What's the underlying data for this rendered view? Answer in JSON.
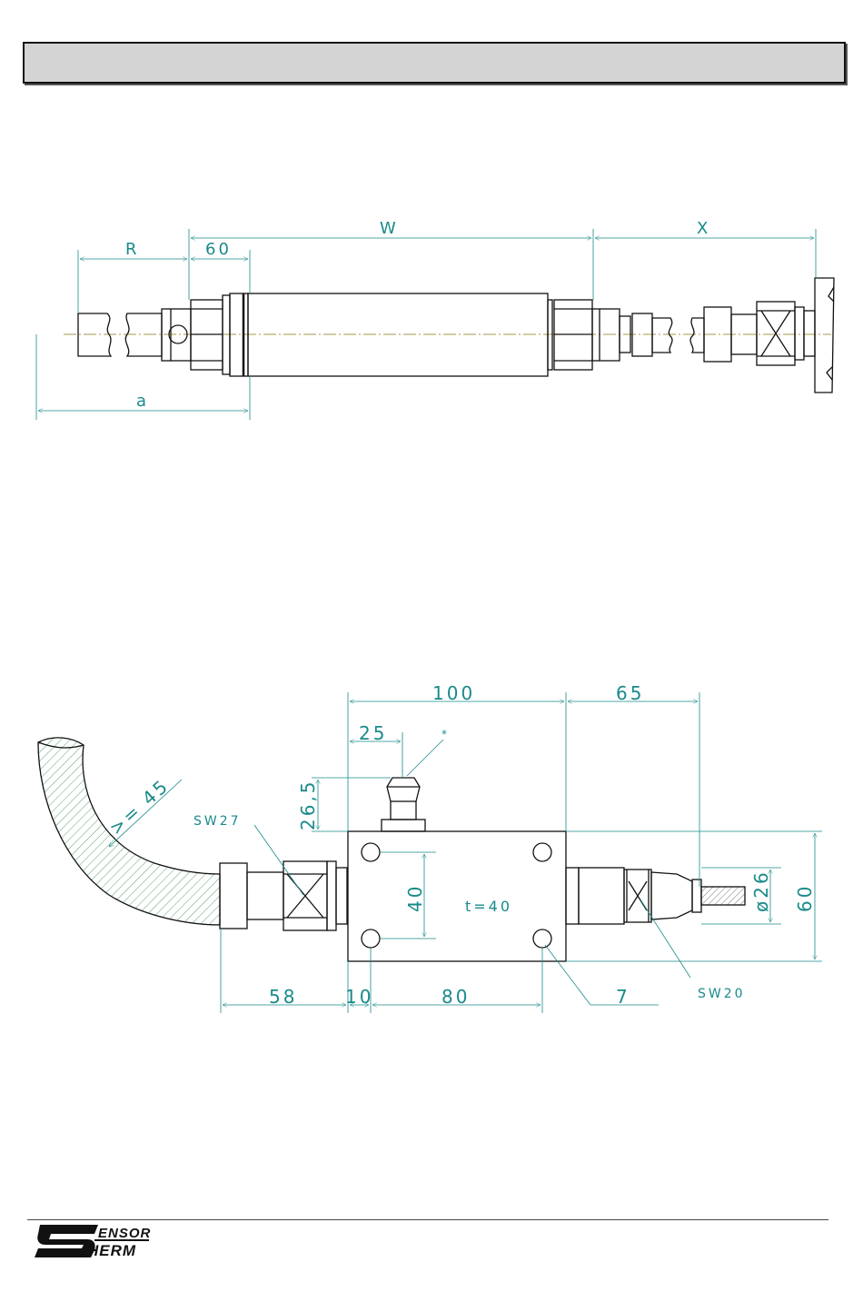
{
  "header": {
    "title": ""
  },
  "colors": {
    "outline": "#111111",
    "dimension": "#1a8a8a",
    "hatch": "#2e8a4e",
    "centerline": "#8a7a10",
    "title_bar": "#d4d4d4"
  },
  "drawing_top": {
    "labels": {
      "R": "R",
      "sixty": "60",
      "W": "W",
      "X": "X",
      "a": "a"
    }
  },
  "drawing_bottom": {
    "labels": {
      "d100": "100",
      "d65": "65",
      "d25": "25",
      "star": "*",
      "d26_5": "26,5",
      "bend": ">= 45",
      "sw27": "SW27",
      "d40": "40",
      "t40": "t=40",
      "dia26": "ø26",
      "d60": "60",
      "d58": "58",
      "d10": "10",
      "d80": "80",
      "d7": "7",
      "sw20": "SW20"
    }
  },
  "logo": {
    "text": "SENSOR THERM"
  }
}
